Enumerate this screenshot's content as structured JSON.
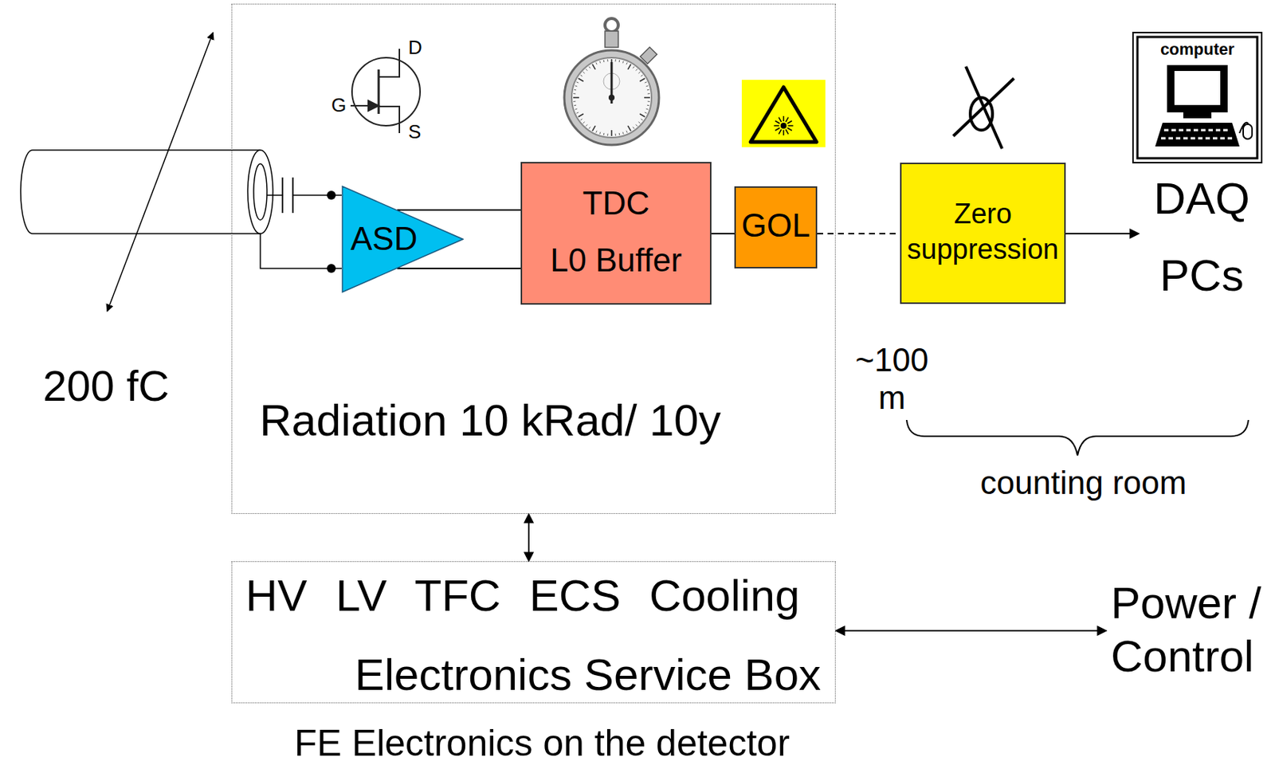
{
  "diagram": {
    "nodes": [
      {
        "text": [
          "Radiation 10 kRad/ 10y"
        ]
      },
      {
        "text": [
          "ASD"
        ],
        "in": 0
      },
      {
        "text": [
          "TDC",
          "L0 Buffer"
        ],
        "in": 0
      },
      {
        "text": [
          "GOL"
        ],
        "in": 0
      },
      {
        "text": [
          "Zero suppression"
        ]
      },
      {
        "text": [
          "DAQ",
          "PCs"
        ]
      },
      {
        "text": [
          "HV LV TFC ECS Cooling",
          "Electronics Service Box"
        ]
      },
      {
        "text": [
          "Power / Control"
        ]
      }
    ],
    "edges": [
      {
        "from": 1,
        "to": 2,
        "arrow": "none"
      },
      {
        "from": 1,
        "to": 2,
        "arrow": "none"
      },
      {
        "from": 2,
        "to": 3,
        "arrow": "none"
      },
      {
        "from": 3,
        "to": 4,
        "arrow": "none"
      },
      {
        "from": 4,
        "to": 5,
        "arrow": "to"
      },
      {
        "from": 0,
        "to": 6,
        "arrow": "both"
      },
      {
        "from": 6,
        "to": 7,
        "arrow": "both"
      }
    ],
    "labels": [
      "200 fC",
      "~100 m",
      "counting room",
      "FE Electronics on the detector",
      "computer",
      "D",
      "G",
      "S"
    ]
  }
}
